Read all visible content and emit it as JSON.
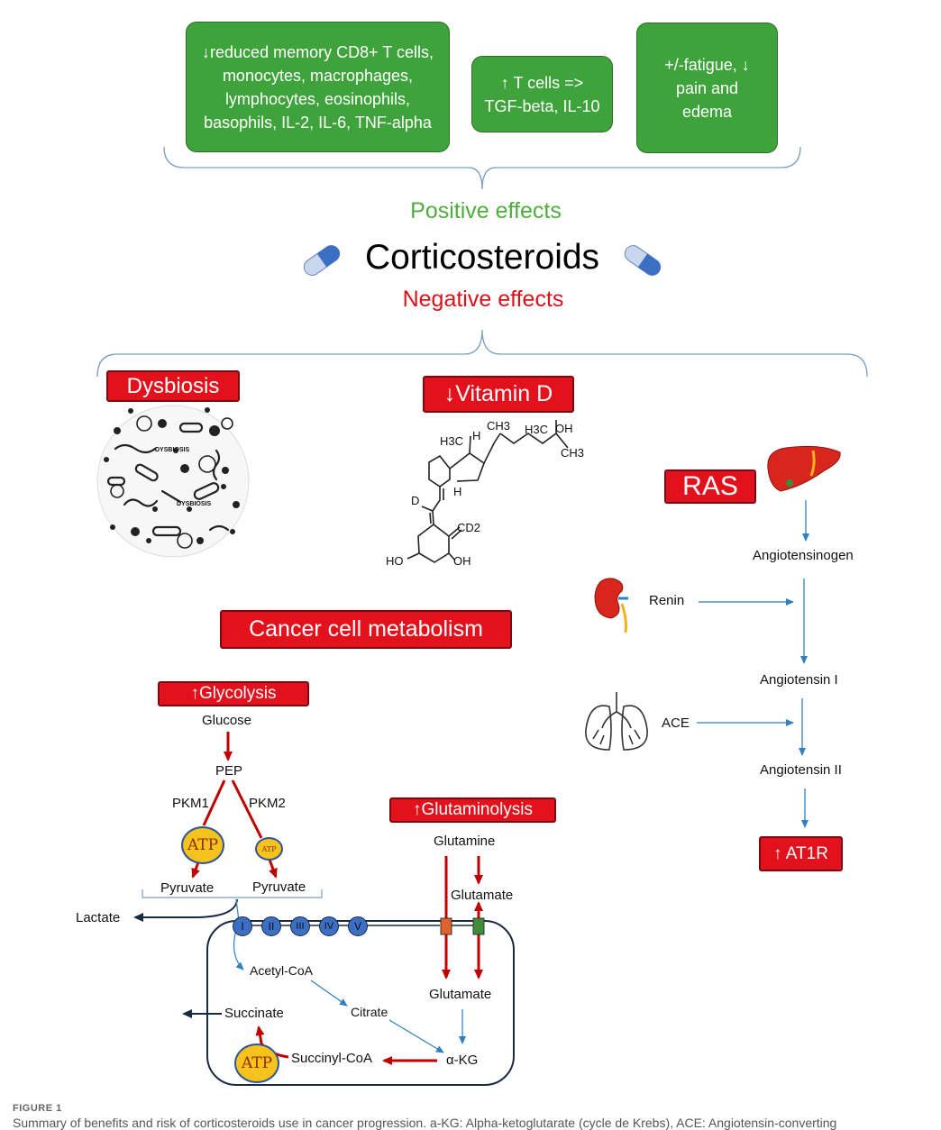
{
  "positive": {
    "heading": "Positive effects",
    "box1": "↓reduced memory CD8+ T cells, monocytes, macrophages, lymphocytes, eosinophils, basophils, IL-2, IL-6, TNF-alpha",
    "box2": "↑ T cells => TGF-beta, IL-10",
    "box3": "+/-fatigue, ↓ pain and edema"
  },
  "title": "Corticosteroids",
  "negative": {
    "heading": "Negative effects"
  },
  "dysbiosis": {
    "label": "Dysbiosis",
    "image_text": "DYSBIOSIS"
  },
  "vitamin_d": {
    "label": "↓Vitamin D",
    "structure_labels": [
      "CH3",
      "H3C",
      "OH",
      "H",
      "H3C",
      "CH3",
      "H",
      "D",
      "CD2",
      "HO",
      "OH"
    ]
  },
  "metabolism": {
    "label": "Cancer cell metabolism",
    "glycolysis": {
      "label": "↑Glycolysis",
      "glucose": "Glucose",
      "pep": "PEP",
      "pkm1": "PKM1",
      "pkm2": "PKM2",
      "atp": "ATP",
      "pyruvate1": "Pyruvate",
      "pyruvate2": "Pyruvate",
      "lactate": "Lactate"
    },
    "glutaminolysis": {
      "label": "↑Glutaminolysis",
      "glutamine": "Glutamine",
      "glutamate_out": "Glutamate",
      "glutamate_in": "Glutamate"
    },
    "complexes": [
      "I",
      "II",
      "III",
      "IV",
      "V"
    ],
    "krebs": {
      "acetyl_coa": "Acetyl-CoA",
      "citrate": "Citrate",
      "akg": "α-KG",
      "succinyl_coa": "Succinyl-CoA",
      "succinate": "Succinate",
      "atp": "ATP"
    }
  },
  "ras": {
    "label": "RAS",
    "angiotensinogen": "Angiotensinogen",
    "renin": "Renin",
    "angiotensin1": "Angiotensin I",
    "ace": "ACE",
    "angiotensin2": "Angiotensin II",
    "at1r": "↑ AT1R"
  },
  "caption": {
    "label": "FIGURE 1",
    "text": "Summary of benefits and risk of corticosteroids use in cancer progression. a-KG: Alpha-ketoglutarate (cycle de Krebs), ACE: Angiotensin-converting"
  },
  "colors": {
    "green": "#3fa33b",
    "red": "#e3111c",
    "blue_arrow": "#2f7fc1",
    "dark_red_arrow": "#c00000"
  }
}
